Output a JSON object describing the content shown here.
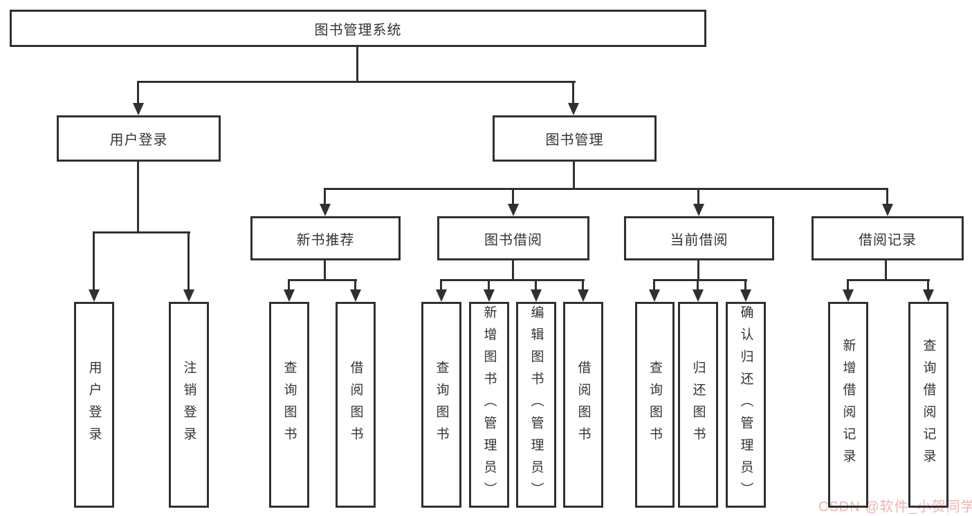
{
  "diagram": {
    "root": {
      "label": "图书管理系统"
    },
    "level2": [
      {
        "label": "用户登录"
      },
      {
        "label": "图书管理"
      }
    ],
    "level3": [
      {
        "label": "新书推荐"
      },
      {
        "label": "图书借阅"
      },
      {
        "label": "当前借阅"
      },
      {
        "label": "借阅记录"
      }
    ],
    "leaves": {
      "user_login": [
        {
          "label": "用户登录"
        },
        {
          "label": "注销登录"
        }
      ],
      "new_book": [
        {
          "label": "查询图书"
        },
        {
          "label": "借阅图书"
        }
      ],
      "book_borrow": [
        {
          "label": "查询图书"
        },
        {
          "label": "新增图书（管理员）"
        },
        {
          "label": "编辑图书（管理员）"
        },
        {
          "label": "借阅图书"
        }
      ],
      "current_borrow": [
        {
          "label": "查询图书"
        },
        {
          "label": "归还图书"
        },
        {
          "label": "确认归还（管理员）"
        }
      ],
      "borrow_records": [
        {
          "label": "新增借阅记录"
        },
        {
          "label": "查询借阅记录"
        }
      ]
    },
    "colors": {
      "line": "#303030",
      "text": "#333333",
      "background": "#ffffff"
    }
  },
  "watermark": {
    "text": "CSDN @软件_小贺同学",
    "color": "#f0b2ae"
  }
}
